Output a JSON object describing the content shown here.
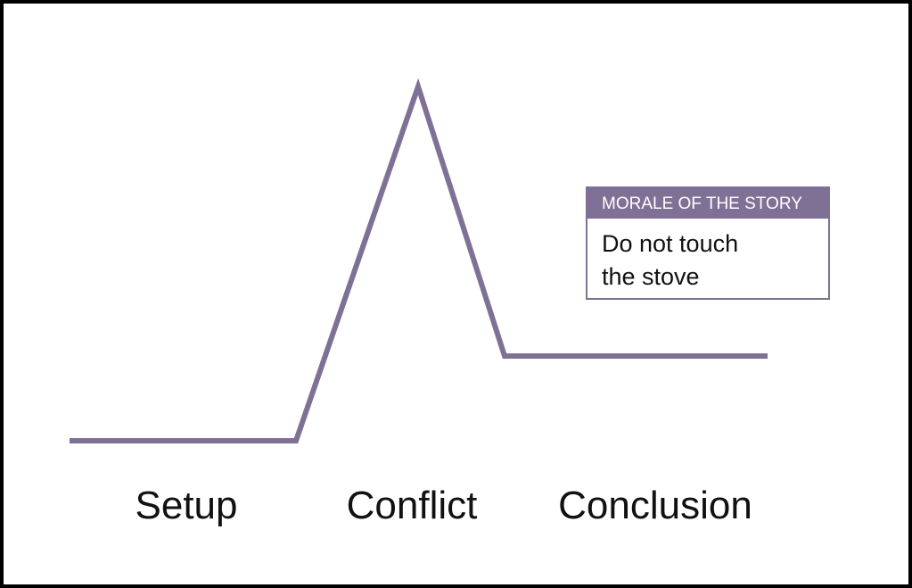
{
  "colors": {
    "line": "#7f7196",
    "border": "#000000"
  },
  "labels": {
    "setup": "Setup",
    "conflict": "Conflict",
    "conclusion": "Conclusion"
  },
  "callout": {
    "title": "MORALE OF THE STORY",
    "line1": "Do not touch",
    "line2": "the stove"
  }
}
